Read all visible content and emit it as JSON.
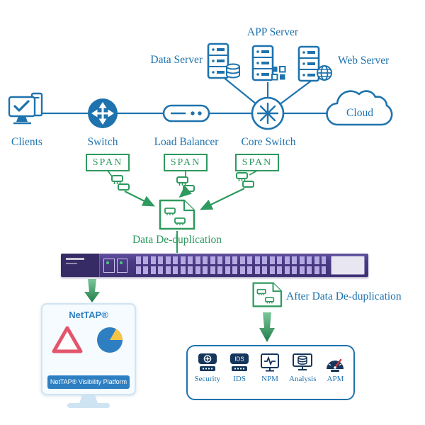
{
  "colors": {
    "blue": "#1e73ae",
    "green": "#2e9a5f",
    "purple": "#4a3a85",
    "navy": "#16365c",
    "screen_blue": "#2e7fc2",
    "triangle_pink": "#e2566b",
    "pie_yellow": "#f6c445",
    "needle_red": "#c43b3b"
  },
  "servers": {
    "data_server": "Data Server",
    "app_server": "APP Server",
    "web_server": "Web Server"
  },
  "network_row": {
    "clients": "Clients",
    "switch": "Switch",
    "load_balancer": "Load Balancer",
    "core_switch": "Core Switch",
    "cloud": "Cloud"
  },
  "span_labels": [
    "SPAN",
    "SPAN",
    "SPAN"
  ],
  "dedup_label": "Data De-duplication",
  "after_dedup_label": "After Data De-duplication",
  "monitor": {
    "brand": "NetTAP®",
    "platform_bar": "NetTAP® Visibility Platform"
  },
  "ids_icon": "IDS",
  "tools": [
    "Security",
    "IDS",
    "NPM",
    "Analysis",
    "APM"
  ]
}
